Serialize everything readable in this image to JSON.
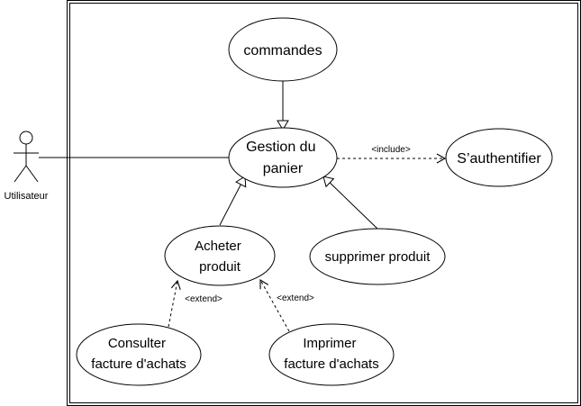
{
  "actor": {
    "label": "Utilisateur"
  },
  "use_cases": {
    "commandes": [
      "commandes"
    ],
    "gestion_panier": [
      "Gestion du",
      "panier"
    ],
    "authentifier": [
      "S’authentifier"
    ],
    "acheter_produit": [
      "Acheter",
      "produit"
    ],
    "supprimer_produit": [
      "supprimer produit"
    ],
    "consulter_facture": [
      "Consulter",
      "facture d'achats"
    ],
    "imprimer_facture": [
      "Imprimer",
      "facture d'achats"
    ]
  },
  "relations": {
    "include_label": "<include>",
    "extend_consulter_label": "<extend>",
    "extend_imprimer_label": "<extend>"
  },
  "colors": {
    "stroke": "#000000",
    "fill": "#ffffff",
    "text": "#000000"
  }
}
